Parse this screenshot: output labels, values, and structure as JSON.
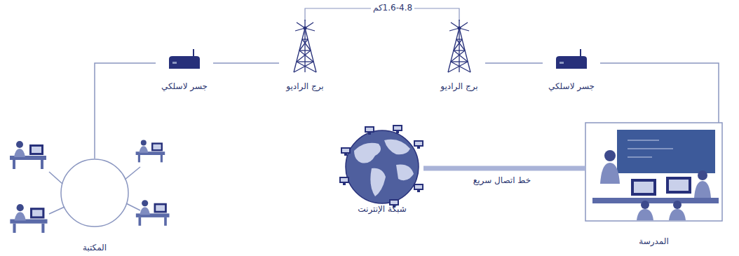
{
  "diagram": {
    "nodes": [
      {
        "text": [
          "جسر لاسلكي"
        ]
      },
      {
        "text": [
          "برج الراديو"
        ]
      },
      {
        "text": [
          "برج الراديو"
        ]
      },
      {
        "text": [
          "جسر لاسلكي"
        ]
      },
      {
        "text": [
          "المكتبة"
        ]
      },
      {
        "text": [
          "شبكة الإنترنت"
        ]
      },
      {
        "text": [
          "المدرسة"
        ]
      }
    ],
    "edges": [
      {
        "from": 4,
        "to": 0,
        "arrow": "none"
      },
      {
        "from": 0,
        "to": 1,
        "arrow": "none"
      },
      {
        "from": 2,
        "to": 3,
        "arrow": "none"
      },
      {
        "from": 3,
        "to": 6,
        "arrow": "none"
      },
      {
        "from": 5,
        "to": 6,
        "label": "خط اتصال سريع",
        "arrow": "none"
      }
    ],
    "labels": [
      "1.6-4.8كم"
    ]
  }
}
